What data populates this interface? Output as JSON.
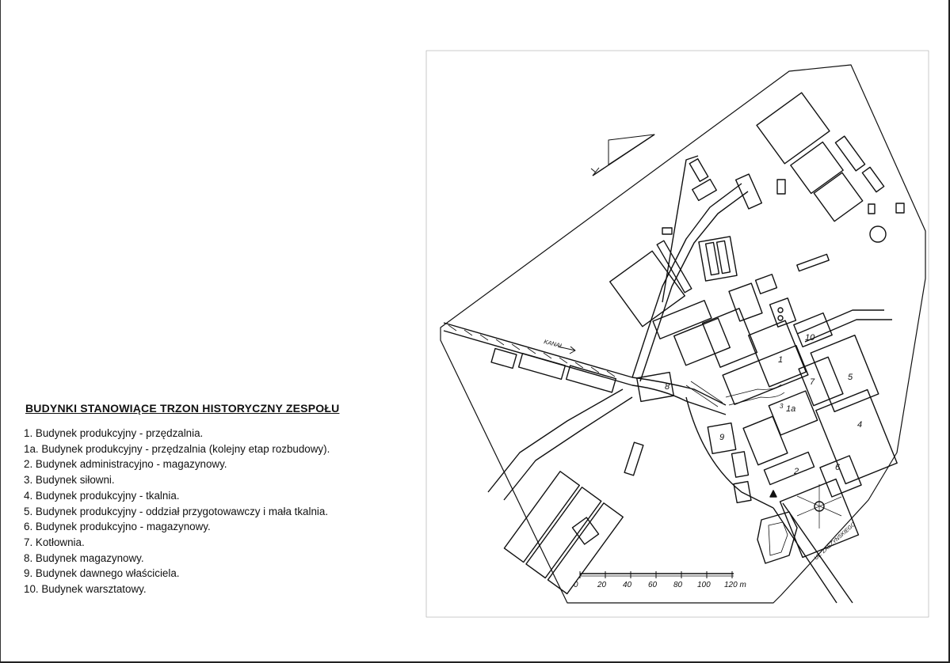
{
  "legend": {
    "title": "BUDYNKI STANOWIĄCE TRZON HISTORYCZNY ZESPOŁU",
    "items": [
      "1. Budynek produkcyjny - przędzalnia.",
      "1a. Budynek produkcyjny - przędzalnia (kolejny etap rozbudowy).",
      "2. Budynek administracyjno - magazynowy.",
      "3. Budynek siłowni.",
      "4. Budynek produkcyjny - tkalnia.",
      "5. Budynek produkcyjny - oddział przygotowawczy i mała tkalnia.",
      "6. Budynek produkcyjno - magazynowy.",
      "7. Kotłownia.",
      "8. Budynek magazynowy.",
      "9. Budynek dawnego właściciela.",
      "10. Budynek warsztatowy."
    ]
  },
  "map": {
    "canal_label": "KANAŁ",
    "street_label": "UL. ZASZYNSKIEGO",
    "building_numbers": [
      "1",
      "1a",
      "2",
      "3",
      "4",
      "5",
      "6",
      "7",
      "8",
      "9",
      "10"
    ],
    "scale_labels": [
      "0",
      "20",
      "40",
      "60",
      "80",
      "100",
      "120 m"
    ],
    "north_arrow_icon": "north-arrow-icon"
  },
  "colors": {
    "ink": "#111111",
    "paper": "#ffffff"
  }
}
